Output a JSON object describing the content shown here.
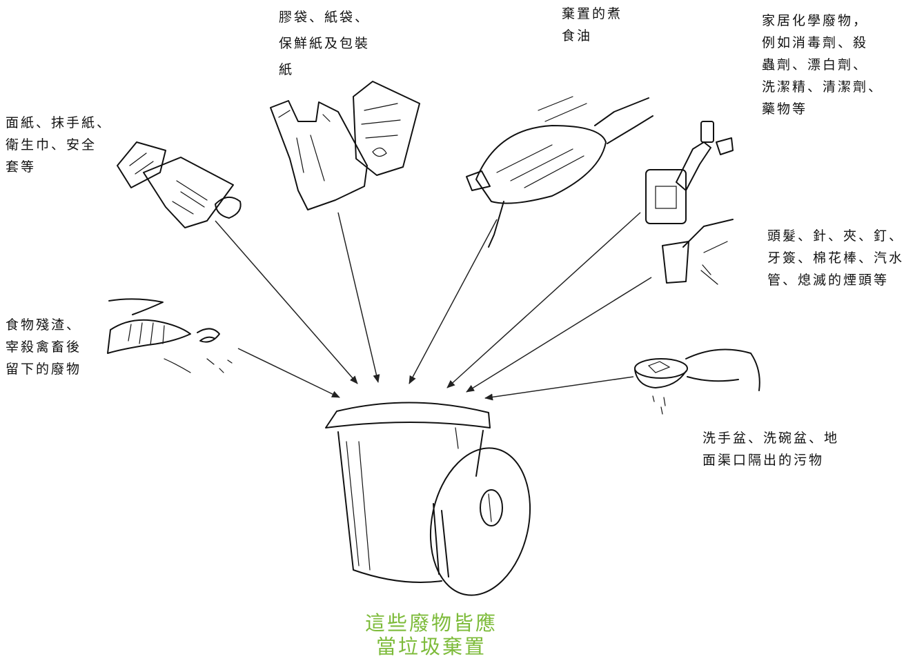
{
  "labels": {
    "tissues": [
      "面紙、抹手紙、",
      "衛生巾、安全",
      "套等"
    ],
    "bags": [
      "膠袋、紙袋、",
      "保鮮紙及包裝",
      "紙"
    ],
    "oil": [
      "棄置的煮",
      "食油"
    ],
    "chemicals": [
      "家居化學廢物，",
      "例如消毒劑、殺",
      "蟲劑、漂白劑、",
      "洗潔精、清潔劑、",
      "藥物等"
    ],
    "small_items": [
      "頭髮、針、夾、釘、",
      "牙簽、棉花棒、汽水",
      "管、熄滅的煙頭等"
    ],
    "food": [
      "食物殘渣、",
      "宰殺禽畜後",
      "留下的廢物"
    ],
    "drain": [
      "洗手盆、洗碗盆、地",
      "面渠口隔出的污物"
    ]
  },
  "caption": [
    "這些廢物皆應",
    "當垃圾棄置"
  ],
  "colors": {
    "caption": "#7dbb3a",
    "ink": "#111111"
  },
  "icons": [
    "tissue-papers-icon",
    "plastic-bags-icon",
    "wok-oil-icon",
    "chemical-bottles-icon",
    "cup-straw-icon",
    "fish-bones-icon",
    "sink-strainer-icon",
    "trash-bin-icon"
  ]
}
